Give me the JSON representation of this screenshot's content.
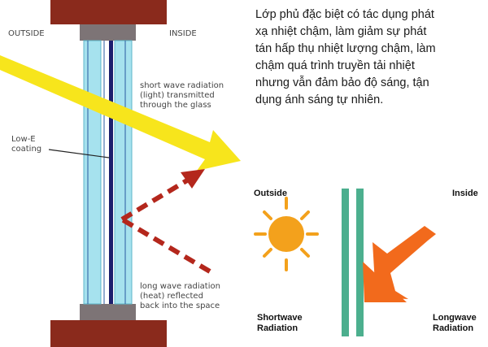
{
  "left_diagram": {
    "outside_label": "OUTSIDE",
    "inside_label": "INSIDE",
    "low_e_label_line1": "Low-E",
    "low_e_label_line2": "coating",
    "shortwave_line1": "short wave radiation",
    "shortwave_line2": "(light) transmitted",
    "shortwave_line3": "through the glass",
    "longwave_line1": "long wave radiation",
    "longwave_line2": "(heat) reflected",
    "longwave_line3": "back into the space"
  },
  "right_diagram": {
    "outside_label": "Outside",
    "inside_label": "Inside",
    "shortwave_line1": "Shortwave",
    "shortwave_line2": "Radiation",
    "longwave_line1": "Longwave",
    "longwave_line2": "Radiation"
  },
  "description": {
    "line1": "Lớp phủ đặc biệt có tác dụng phát",
    "line2": "xạ nhiệt chậm, làm giảm sự phát",
    "line3": "tán hấp thụ nhiệt lượng chậm, làm",
    "line4": "chậm quá trình truyền tải nhiệt",
    "line5": "nhưng vẫn đảm bảo độ sáng, tận",
    "line6": "dụng ánh sáng tự nhiên."
  },
  "colors": {
    "frame_brown": "#8a2a1c",
    "spacer_gray": "#7d7476",
    "glass_blue": "#a6e2ee",
    "lowe_navy": "#1c1f6e",
    "sun_yellow": "#f7e51c",
    "heat_red": "#b4271c",
    "sun_orange": "#f3a11c",
    "glass_green": "#4caf8e",
    "arrow_orange": "#f26a1c"
  }
}
